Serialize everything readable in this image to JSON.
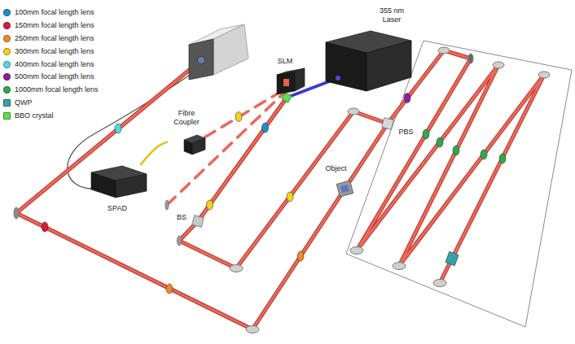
{
  "diagram": {
    "nodes": [
      {
        "text": [
          "355 nm Laser"
        ]
      },
      {
        "text": [
          "SLM"
        ]
      },
      {
        "text": [
          "Fibre Coupler"
        ]
      },
      {
        "text": [
          "SPAD"
        ]
      },
      {
        "text": [
          "Object"
        ]
      },
      {
        "text": [
          "BS"
        ]
      },
      {
        "text": [
          "PBS"
        ]
      }
    ],
    "edges": [
      {
        "from": 2,
        "to": 3,
        "arrow": "none"
      }
    ],
    "legend": [
      {
        "text": "100mm focal length lens",
        "color": "#1a8fd0"
      },
      {
        "text": "150mm focal length lens",
        "color": "#d81b3c"
      },
      {
        "text": "250mm focal length lens",
        "color": "#f08a24"
      },
      {
        "text": "300mm focal length lens",
        "color": "#f2d41a"
      },
      {
        "text": "400mm focal length lens",
        "color": "#4fd8e8"
      },
      {
        "text": "500mm focal length lens",
        "color": "#8b1fa0"
      },
      {
        "text": "1000mm focal length lens",
        "color": "#2eaa4a"
      },
      {
        "text": "QWP",
        "color": "#3aa0a8"
      },
      {
        "text": "BBO crystal",
        "color": "#5ee04a"
      }
    ]
  }
}
